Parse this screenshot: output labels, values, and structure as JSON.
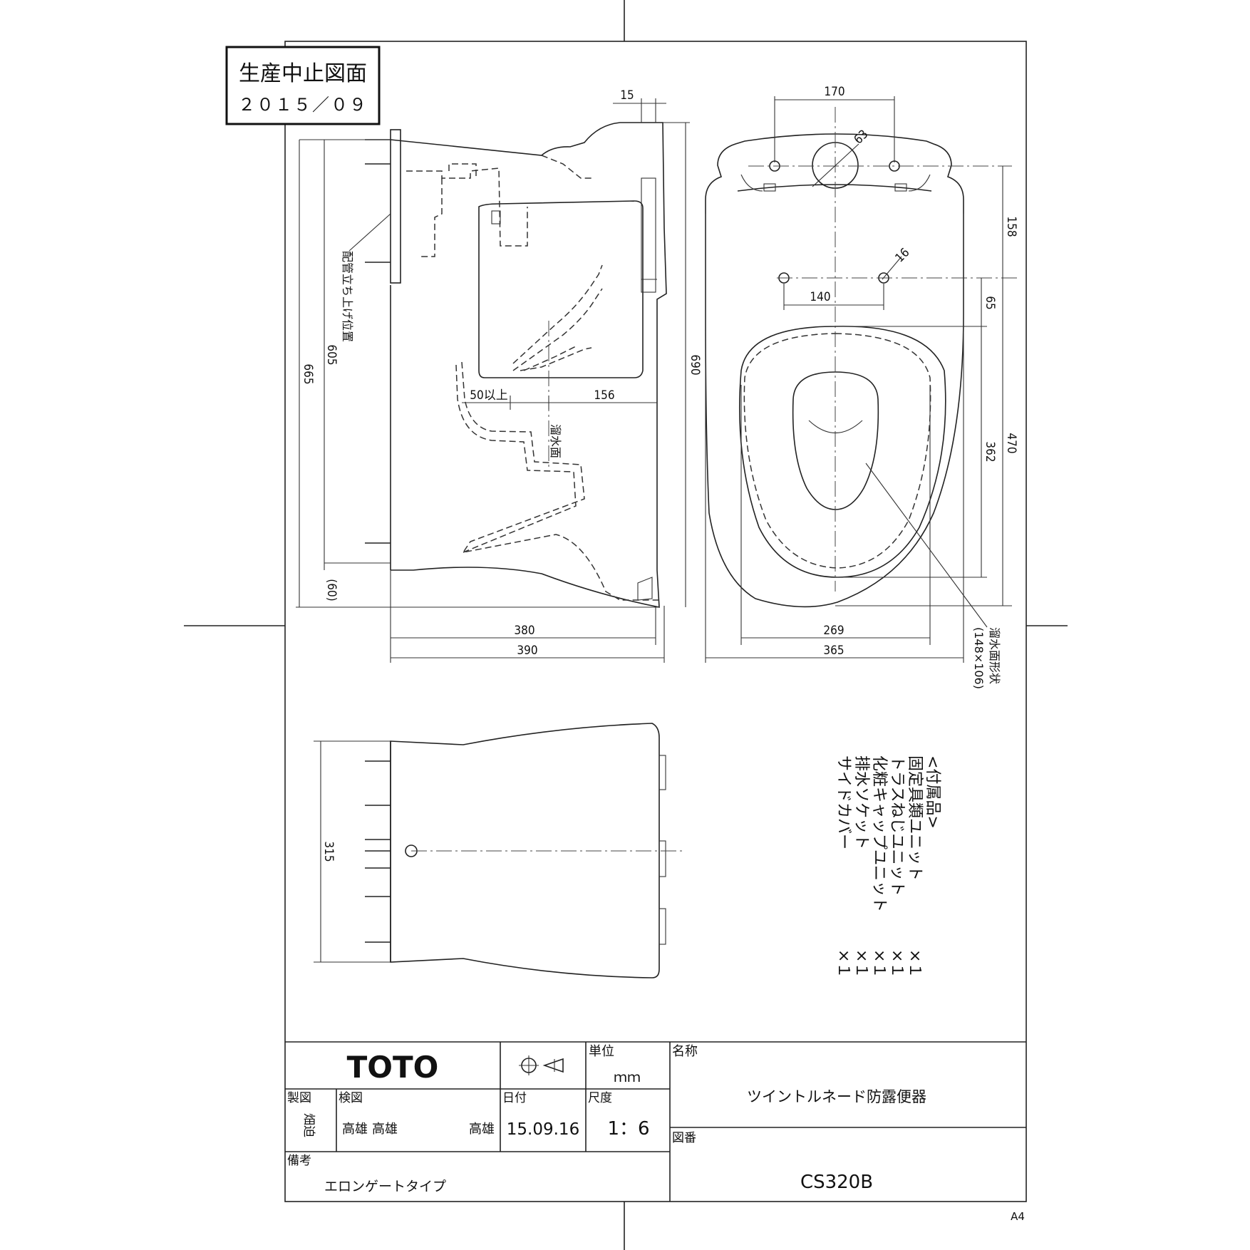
{
  "stamp": {
    "title": "生産中止図面",
    "date": "２０１５／０９"
  },
  "side_view": {
    "dims": {
      "d15": "15",
      "d690": "690",
      "d665": "665",
      "d605": "605",
      "d60": "(60)",
      "d380": "380",
      "d390": "390",
      "d50": "50以上",
      "d156": "156"
    },
    "label_riser": "配管立ち上げ位置",
    "label_water": "溜水面"
  },
  "top_view": {
    "dims": {
      "d170": "170",
      "d63": "63",
      "d158": "158",
      "d16": "16",
      "d140": "140",
      "d65": "65",
      "d470": "470",
      "d362": "362",
      "d269": "269",
      "d365": "365"
    },
    "label_shape": "溜水面形状",
    "label_shape_size": "(148×106)"
  },
  "rear_view": {
    "dims": {
      "d315": "315"
    }
  },
  "accessories": {
    "header": "<付属品>",
    "items": [
      {
        "name": "固定具類ユニット",
        "qty": "×１"
      },
      {
        "name": "トラスねじユニット",
        "qty": "×１"
      },
      {
        "name": "化粧キャップユニット",
        "qty": "×１"
      },
      {
        "name": "排水ソケット",
        "qty": "×１"
      },
      {
        "name": "サイドカバー",
        "qty": "×１"
      }
    ]
  },
  "title_block": {
    "brand": "TOTO",
    "unit_label": "単位",
    "unit_value": "ｍｍ",
    "name_label": "名称",
    "name_value": "ツイントルネード防露便器",
    "drawn_label": "製図",
    "drawn_by": "畑迫",
    "checked_label": "検図",
    "checked_by": "高雄",
    "date_label": "日付",
    "date_value": "15.09.16",
    "scale_label": "尺度",
    "scale_value": "1：6",
    "drawing_no_label": "図番",
    "drawing_no": "CS320B",
    "notes_label": "備考",
    "notes_value": "エロンゲートタイプ"
  },
  "sheet_size": "A4"
}
